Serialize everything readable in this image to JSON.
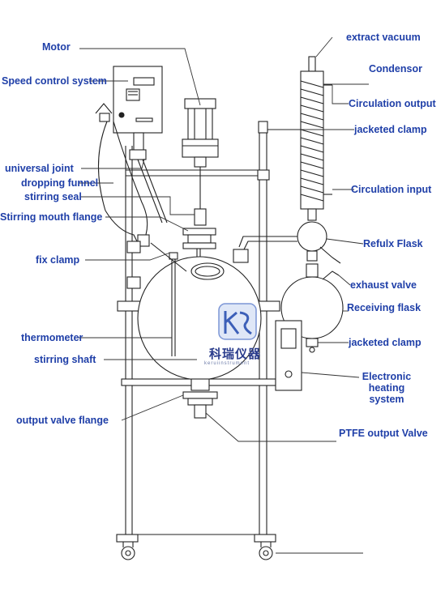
{
  "labels": {
    "motor": "Motor",
    "speed_control": "Speed control system",
    "universal_joint": "universal joint",
    "dropping_funnel": "dropping funnel",
    "stirring_seal": "stirring seal",
    "stirring_mouth_flange": "Stirring mouth flange",
    "fix_clamp": "fix clamp",
    "thermometer": "thermometer",
    "stirring_shaft": "stirring shaft",
    "output_valve_flange": "output valve flange",
    "extract_vacuum": "extract vacuum",
    "condensor": "Condensor",
    "circulation_output": "Circulation output",
    "jacketed_clamp_top": "jacketed clamp",
    "circulation_input": "Circulation input",
    "reflux_flask": "Refulx Flask",
    "exhaust_valve": "exhaust valve",
    "receiving_flask": "Receiving flask",
    "jacketed_clamp_bottom": "jacketed clamp",
    "electronic_heating": "Electronic\nheating\nsystem",
    "ptfe_output_valve": "PTFE output Valve"
  },
  "logo": {
    "chinese": "科瑞仪器",
    "english": "keruiinstrument"
  },
  "colors": {
    "label": "#1f3fa8",
    "line": "#222222",
    "logo": "#2a3c8c"
  }
}
